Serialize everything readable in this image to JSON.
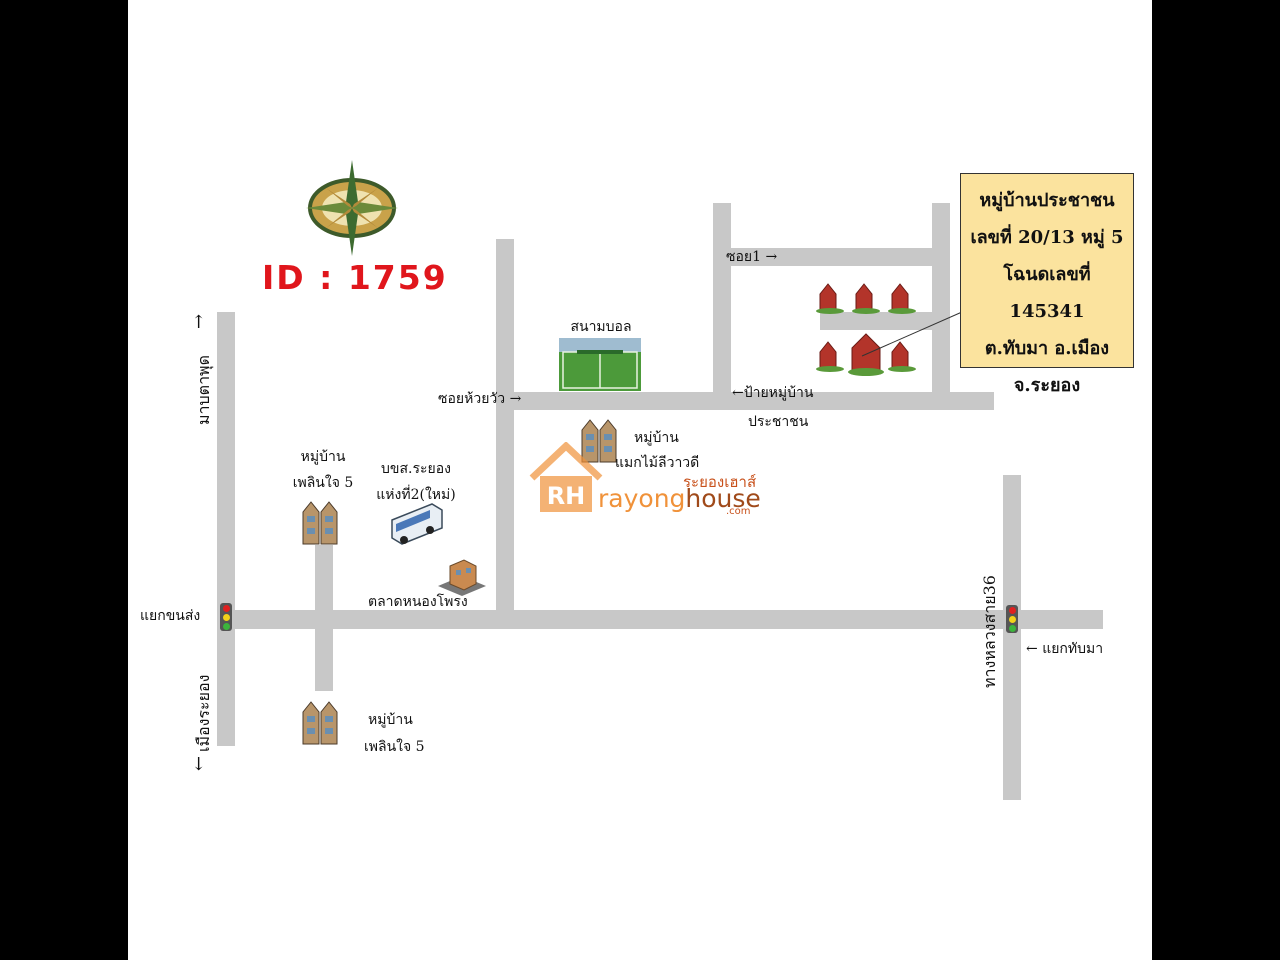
{
  "map": {
    "id_label": "ID : 1759",
    "info_box": [
      "หมู่บ้านประชาชน",
      "เลขที่ 20/13 หมู่ 5",
      "โฉนดเลขที่ 145341",
      "ต.ทับมา อ.เมือง",
      "จ.ระยอง"
    ],
    "labels": {
      "football_field": "สนามบอล",
      "soi1": "ซอย1",
      "soi_huai_wa": "ซอยห้วยวัว",
      "village_sign_1": "ป้ายหมู่บ้าน",
      "village_sign_2": "ประชาชน",
      "maek_village_1": "หมู่บ้าน",
      "maek_village_2": "แมกไม้ลีวาวดี",
      "ploenjai_top_1": "หมู่บ้าน",
      "ploenjai_top_2": "เพลินใจ 5",
      "bus_terminal_1": "บขส.ระยอง",
      "bus_terminal_2": "แห่งที่2(ใหม่)",
      "market": "ตลาดหนองโพรง",
      "khon_song_junction": "แยกขนส่ง",
      "ploenjai_bottom_1": "หมู่บ้าน",
      "ploenjai_bottom_2": "เพลินใจ 5",
      "thap_ma_junction": "แยกทับมา",
      "to_ban_phe": "มาบตาพุด",
      "to_rayong": "เมืองระยอง",
      "highway36": "ทางหลวงสาย36"
    },
    "watermark": {
      "logo_text": "RH",
      "brand_a": "rayong",
      "brand_b": "house",
      "domain": ".com",
      "thai": "ระยองเฮาส์"
    },
    "colors": {
      "road": "#c8c8c8",
      "info_box_bg": "#fbe39e",
      "id_label": "#e0161c"
    }
  }
}
